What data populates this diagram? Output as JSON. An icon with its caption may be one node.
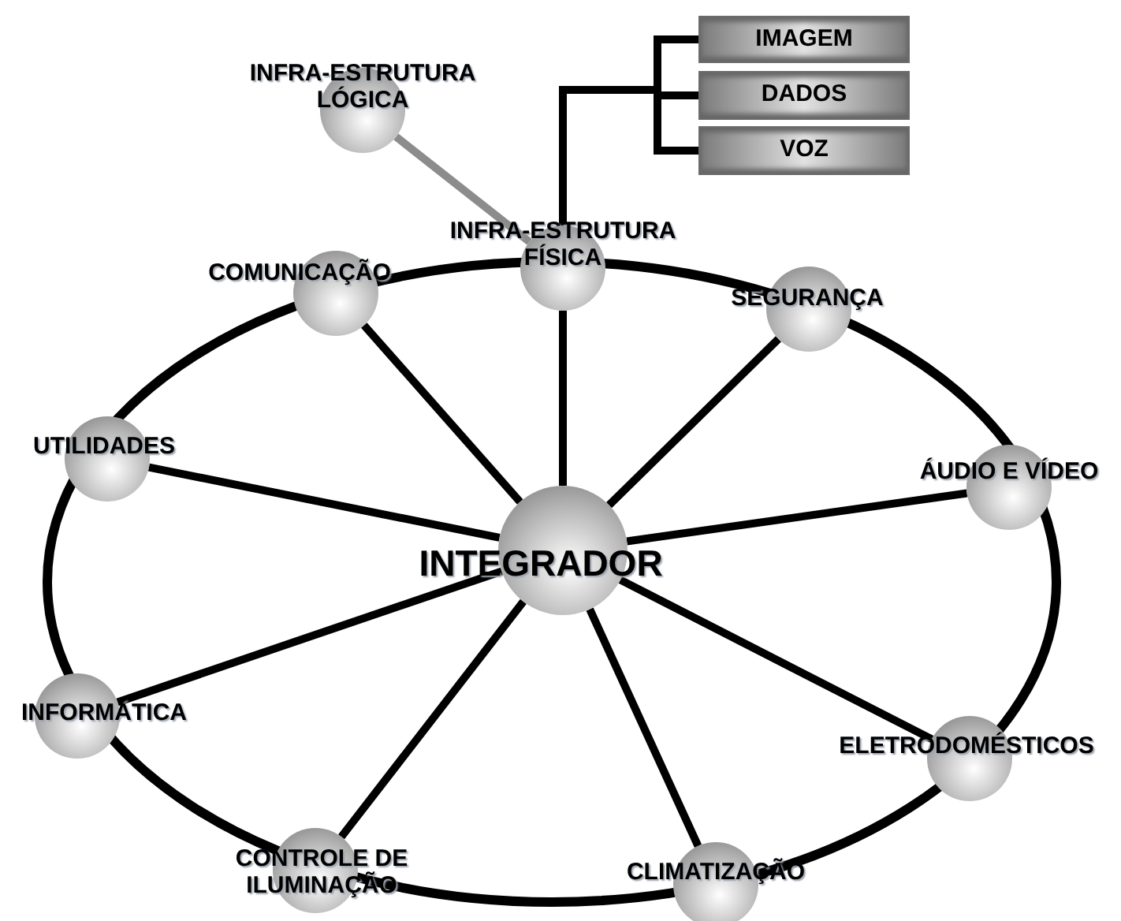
{
  "diagram": {
    "nodes": [
      {
        "text": [
          "INFRA-ESTRUTURA LÓGICA"
        ]
      },
      {
        "text": [
          "IMAGEM"
        ]
      },
      {
        "text": [
          "DADOS"
        ]
      },
      {
        "text": [
          "VOZ"
        ]
      },
      {
        "text": [
          "INFRA-ESTRUTURA FÍSICA"
        ]
      },
      {
        "text": [
          "COMUNICAÇÃO"
        ]
      },
      {
        "text": [
          "SEGURANÇA"
        ]
      },
      {
        "text": [
          "UTILIDADES"
        ]
      },
      {
        "text": [
          "ÁUDIO E VÍDEO"
        ]
      },
      {
        "text": [
          "INTEGRADOR"
        ]
      },
      {
        "text": [
          "INFORMÁTICA"
        ]
      },
      {
        "text": [
          "ELETRODOMÉSTICOS"
        ]
      },
      {
        "text": [
          "CONTROLE DE ILUMINAÇÃO"
        ]
      },
      {
        "text": [
          "CLIMATIZAÇÃO"
        ]
      }
    ],
    "edges": [
      {
        "from": 0,
        "to": 4,
        "arrow": "none",
        "color": "#8c8c8c"
      },
      {
        "from": 4,
        "to": 1,
        "arrow": "none"
      },
      {
        "from": 4,
        "to": 2,
        "arrow": "none"
      },
      {
        "from": 4,
        "to": 3,
        "arrow": "none"
      },
      {
        "from": 9,
        "to": 4,
        "arrow": "none"
      },
      {
        "from": 9,
        "to": 5,
        "arrow": "none"
      },
      {
        "from": 9,
        "to": 6,
        "arrow": "none"
      },
      {
        "from": 9,
        "to": 7,
        "arrow": "none"
      },
      {
        "from": 9,
        "to": 8,
        "arrow": "none"
      },
      {
        "from": 9,
        "to": 10,
        "arrow": "none"
      },
      {
        "from": 9,
        "to": 11,
        "arrow": "none"
      },
      {
        "from": 9,
        "to": 12,
        "arrow": "none"
      },
      {
        "from": 9,
        "to": 13,
        "arrow": "none"
      }
    ]
  }
}
